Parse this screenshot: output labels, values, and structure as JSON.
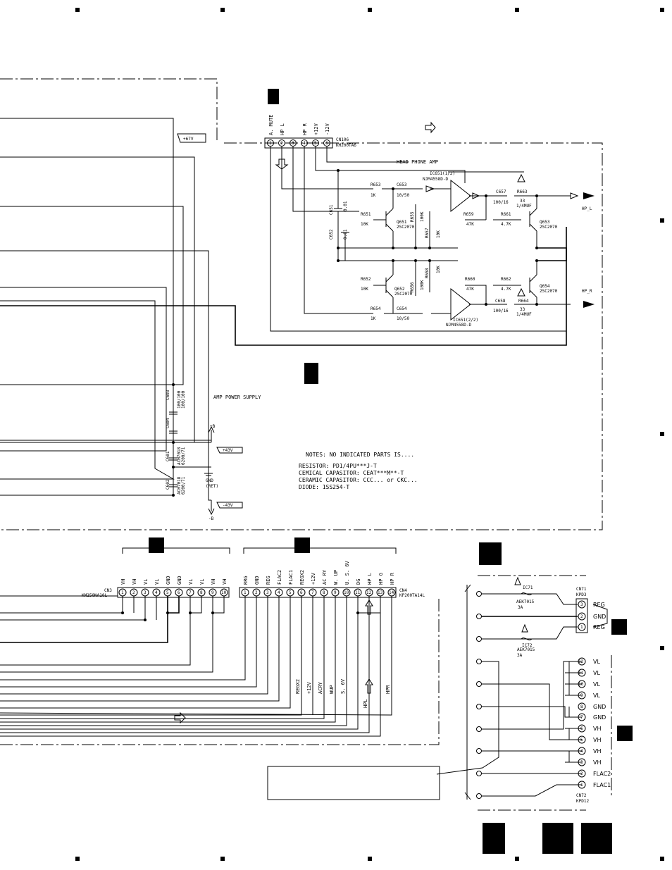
{
  "headphone_amp": {
    "title": "HEAD PHONE AMP",
    "connector_ref": "CN106",
    "connector_part": "KM200TA6",
    "pins": [
      "A. MUTE",
      "HP L",
      "HP R",
      "+12V",
      "-12V"
    ],
    "pin_numbers": [
      "1",
      "2",
      "3",
      "4",
      "5",
      "6"
    ],
    "ic_top_ref": "IC651(1/2)",
    "ic_top_part": "NJM4558D-D",
    "ic_bottom_ref": "IC651(2/2)",
    "ic_bottom_part": "NJM4558D-D",
    "outputs": [
      "HP_L",
      "HP_R"
    ]
  },
  "components": {
    "r653": "R653",
    "r653_val": "1K",
    "c653": "C653",
    "c653_val": "10/50",
    "r651": "R651",
    "r651_val": "10K",
    "q651": "Q651",
    "q651_part": "2SC2070",
    "r655": "R655",
    "r655_val": "100K",
    "r657": "R657",
    "r657_val": "10K",
    "r659": "R659",
    "r659_val": "47K",
    "c657": "C657",
    "c657_val": "100/16",
    "r663": "R663",
    "r663_val": "33",
    "r663_w": "1/4MUF",
    "r661": "R661",
    "r661_val": "4.7K",
    "q653": "Q653",
    "q653_part": "2SC2070",
    "c651": "C651",
    "c651_val": "0.01",
    "c652": "C652",
    "c652_val": "0.01",
    "r652": "R652",
    "r652_val": "10K",
    "q652": "Q652",
    "q652_part": "2SC2070",
    "r656": "R656",
    "r656_val": "100K",
    "r658": "R658",
    "r658_val": "10K",
    "r660": "R660",
    "r660_val": "47K",
    "r662": "R662",
    "r662_val": "4.7K",
    "q654": "Q654",
    "q654_part": "2SC2070",
    "r654": "R654",
    "r654_val": "1K",
    "c654": "C654",
    "c654_val": "10/50",
    "c658": "C658",
    "c658_val": "100/16",
    "r664": "R664",
    "r664_val": "33",
    "r664_w": "1/4MUF"
  },
  "supply": {
    "title": "AMP POWER SUPPLY",
    "plus67": "+67V",
    "plus43": "+43V",
    "minus43": "-43V",
    "plus_b": "+B",
    "minus_b": "-B",
    "gnd": "GND",
    "gnd_ret": "(RET)",
    "c603": "C603",
    "c604": "C604",
    "c601": "C601",
    "c602": "C602",
    "cap_val_a": "100/100",
    "cap_val_b": "100/100",
    "cap_val_c": "ACH7018",
    "cap_val_d": "6200/71",
    "cap_val_e": "ACH7018",
    "cap_val_f": "6200/71"
  },
  "notes": {
    "header": "NOTES:  NO INDICATED PARTS IS....",
    "line1": "RESISTOR: PD1/4PU***J-T",
    "line2": "CEMICAL CAPASITOR: CEAT***M**-T",
    "line3": "CERAMIC CAPASITOR: CCC... or CKC...",
    "line4": "DIODE: 1SS254-T"
  },
  "cn3": {
    "ref": "CN3",
    "part": "KM250NA10L",
    "pins": [
      "VH",
      "VH",
      "VL",
      "VL",
      "GND",
      "GND",
      "VL",
      "VL",
      "VH",
      "VH"
    ],
    "numbers": [
      "1",
      "2",
      "3",
      "4",
      "5",
      "6",
      "7",
      "8",
      "9",
      "10"
    ]
  },
  "cn4": {
    "ref": "CN4",
    "part": "KP200TA14L",
    "pins": [
      "RRG",
      "GND",
      "REG",
      "FLAC2",
      "FLAC1",
      "REGX2",
      "+12V",
      "AC RY",
      "W. UP",
      "U. S. 6V",
      "DG",
      "HP L",
      "HP G",
      "HP R"
    ],
    "numbers": [
      "1",
      "2",
      "3",
      "4",
      "5",
      "6",
      "7",
      "8",
      "9",
      "10",
      "11",
      "12",
      "13",
      "14"
    ],
    "net_labels": [
      "REGX2",
      "+12V",
      "ACRY",
      "WUP",
      "S. 6V",
      "HPL",
      "HPR"
    ]
  },
  "cn71": {
    "ref": "CN71",
    "part": "KPD3",
    "pins": [
      "REG",
      "GND",
      "REG"
    ],
    "numbers": [
      "3",
      "2",
      "1"
    ],
    "fuse1_ref": "IC71",
    "fuse1_part": "AEK7015",
    "fuse1_rating": "3A",
    "fuse2_ref": "IC72",
    "fuse2_part": "AEK7015",
    "fuse2_rating": "3A"
  },
  "cn72": {
    "ref": "CN72",
    "part": "KPD12",
    "pins": [
      "VL",
      "VL",
      "VL",
      "VL",
      "GND",
      "GND",
      "VH",
      "VH",
      "VH",
      "VH",
      "FLAC2",
      "FLAC1"
    ],
    "numbers": [
      "12",
      "11",
      "10",
      "9",
      "8",
      "7",
      "6",
      "5",
      "4",
      "3",
      "2",
      "1"
    ]
  }
}
